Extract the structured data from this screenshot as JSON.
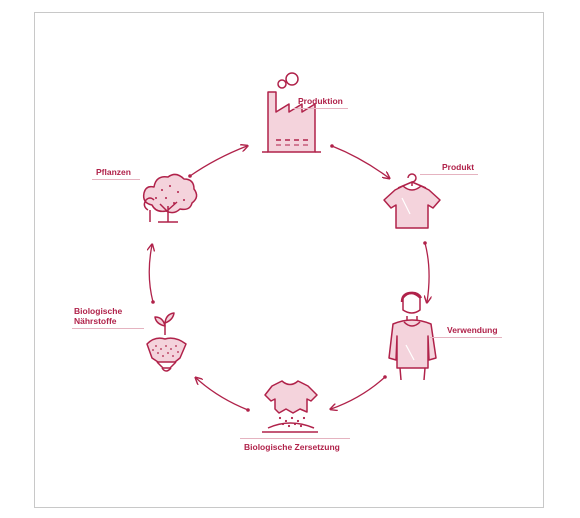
{
  "diagram": {
    "accent_color": "#b0224a",
    "light_color": "#e8b7c5",
    "stages": [
      {
        "label": "Produktion",
        "icon": "factory-icon"
      },
      {
        "label": "Produkt",
        "icon": "tshirt-on-hanger-icon"
      },
      {
        "label": "Verwendung",
        "icon": "person-wearing-shirt-icon"
      },
      {
        "label": "Biologische Zersetzung",
        "icon": "decomposing-shirt-icon"
      },
      {
        "label": "Biologische\nNährstoffe",
        "label_lines": [
          "Biologische",
          "Nährstoffe"
        ],
        "icon": "soil-sprout-icon"
      },
      {
        "label": "Pflanzen",
        "icon": "tree-icon"
      }
    ]
  }
}
